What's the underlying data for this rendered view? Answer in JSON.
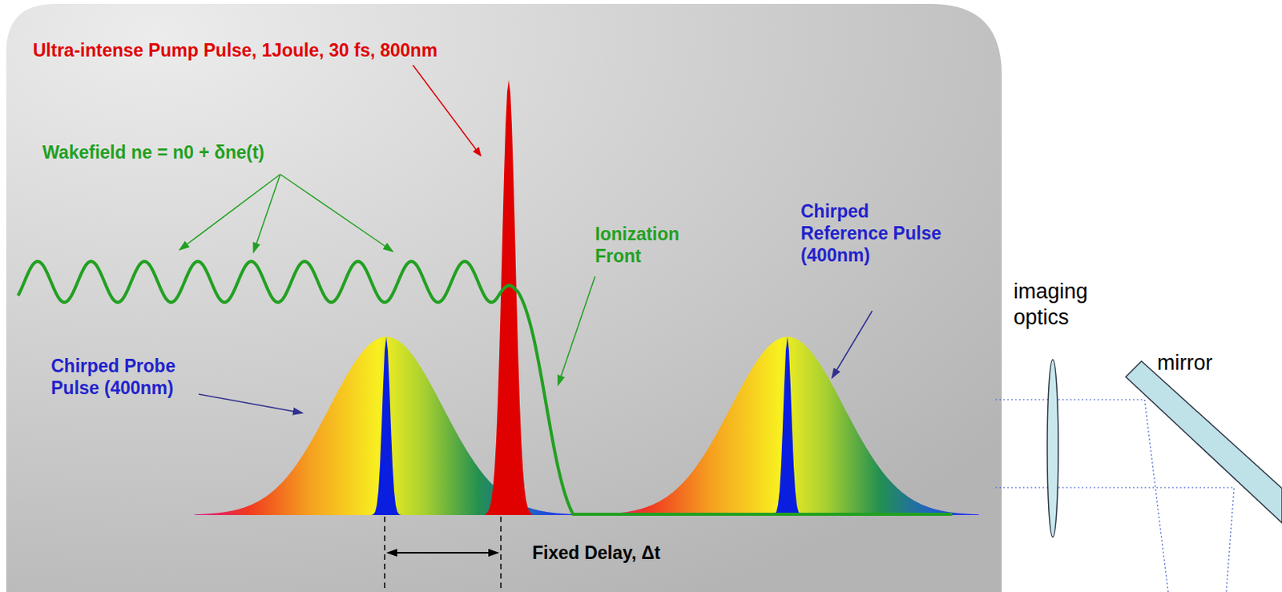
{
  "diagram": {
    "labels": [
      "Ultra-intense Pump Pulse, 1Joule, 30 fs, 800nm",
      "Wakefield ne = n0 + δne(t)",
      "Ionization Front",
      "Chirped Reference Pulse (400nm)",
      "Chirped Probe Pulse (400nm)",
      "Fixed Delay, Δt",
      "imaging optics",
      "mirror"
    ]
  }
}
